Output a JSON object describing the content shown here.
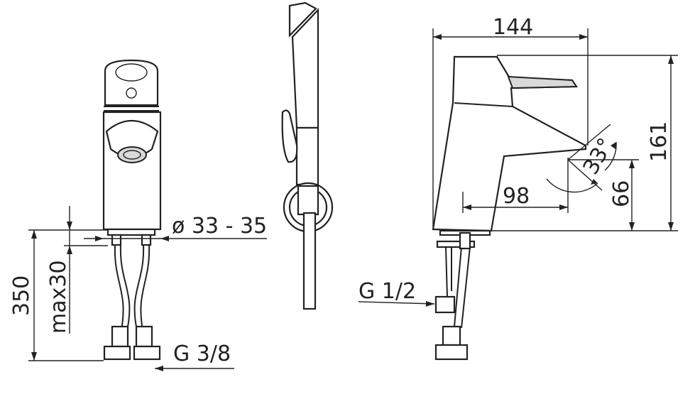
{
  "labels": {
    "diameter": "ø 33 - 35",
    "height_350": "350",
    "max30": "max30",
    "g38": "G 3/8",
    "g12": "G 1/2",
    "width_144": "144",
    "height_161": "161",
    "reach_98": "98",
    "height_66": "66",
    "angle_33": "33°"
  },
  "colors": {
    "stroke": "#222222",
    "fill_shade": "#d9d9d9",
    "background": "#ffffff"
  }
}
